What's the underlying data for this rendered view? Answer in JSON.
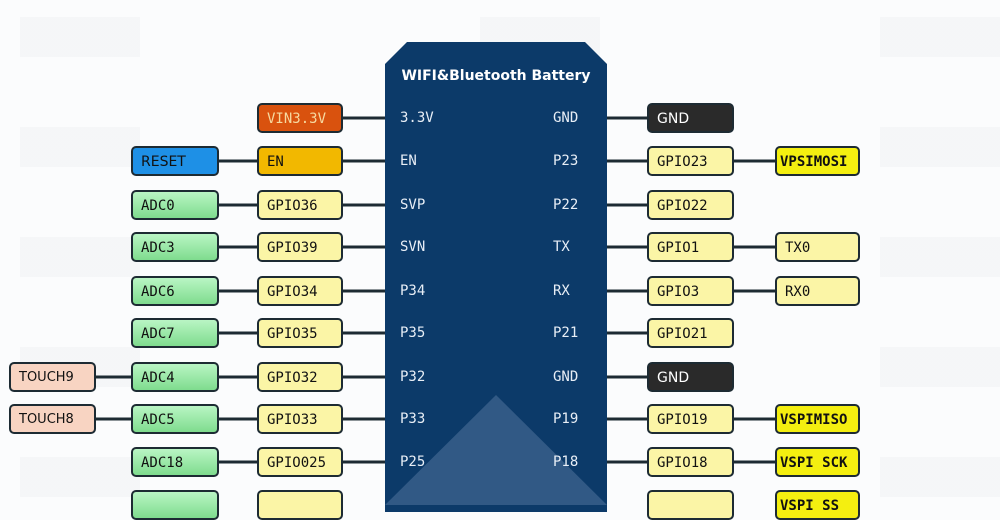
{
  "board": {
    "title": "WIFI&Bluetooth Battery",
    "color": "#0c3a69"
  },
  "left_rows": [
    {
      "pin": "3.3V",
      "gpio": "VIN3.3V",
      "gpio_style": "power",
      "adc": null,
      "touch": null
    },
    {
      "pin": "EN",
      "gpio": "EN",
      "gpio_style": "enable",
      "adc": "RESET",
      "adc_style": "reset",
      "touch": null
    },
    {
      "pin": "SVP",
      "gpio": "GPIO36",
      "adc": "ADC0",
      "touch": null
    },
    {
      "pin": "SVN",
      "gpio": "GPIO39",
      "adc": "ADC3",
      "touch": null
    },
    {
      "pin": "P34",
      "gpio": "GPIO34",
      "adc": "ADC6",
      "touch": null
    },
    {
      "pin": "P35",
      "gpio": "GPIO35",
      "adc": "ADC7",
      "touch": null
    },
    {
      "pin": "P32",
      "gpio": "GPIO32",
      "adc": "ADC4",
      "touch": "TOUCH9"
    },
    {
      "pin": "P33",
      "gpio": "GPIO33",
      "adc": "ADC5",
      "touch": "TOUCH8"
    },
    {
      "pin": "P25",
      "gpio": "GPIO025",
      "adc": "ADC18",
      "touch": null
    }
  ],
  "right_rows": [
    {
      "pin": "GND",
      "gpio": "GND",
      "gnd": true,
      "func": null
    },
    {
      "pin": "P23",
      "gpio": "GPIO23",
      "func": "VPSIMOSI",
      "func_hi": true
    },
    {
      "pin": "P22",
      "gpio": "GPIO22",
      "func": null
    },
    {
      "pin": "TX",
      "gpio": "GPIO1",
      "func": "TX0"
    },
    {
      "pin": "RX",
      "gpio": "GPIO3",
      "func": "RX0"
    },
    {
      "pin": "P21",
      "gpio": "GPIO21",
      "func": null
    },
    {
      "pin": "GND",
      "gpio": "GND",
      "gnd": true,
      "func": null
    },
    {
      "pin": "P19",
      "gpio": "GPIO19",
      "func": "VSPIMISO",
      "func_hi": true
    },
    {
      "pin": "P18",
      "gpio": "GPIO18",
      "func": "VSPI SCK",
      "func_hi": true
    }
  ],
  "partial_row": {
    "func": "VSPI SS"
  },
  "colors": {
    "power": "#d9520e",
    "enable": "#f2b800",
    "reset": "#1e90e6",
    "gnd": "#2a2a2a",
    "gpio": "#fbf5a6",
    "adc": "#9be8a8",
    "touch": "#f8d4c2",
    "highlight": "#f4ef10"
  }
}
